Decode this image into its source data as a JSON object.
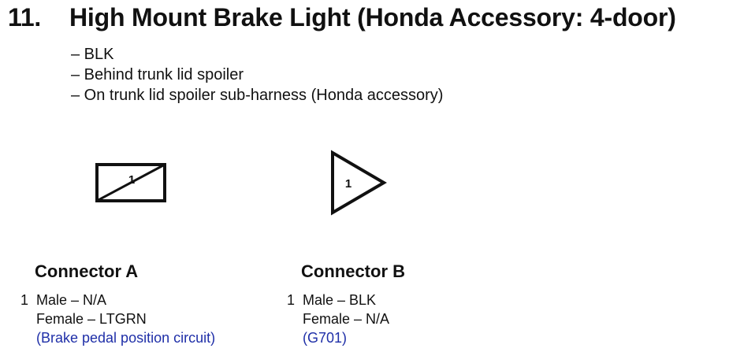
{
  "section": {
    "number": "11.",
    "title": "High Mount Brake Light (Honda Accessory: 4-door)"
  },
  "details": [
    "– BLK",
    "– Behind trunk lid spoiler",
    "– On trunk lid spoiler sub-harness (Honda accessory)"
  ],
  "connectors": [
    {
      "title": "Connector A",
      "shape": "rectangle-with-diagonal",
      "pin_label": "1",
      "pin": {
        "number": "1",
        "male": "Male – N/A",
        "female": "Female – LTGRN",
        "circuit": "(Brake pedal position circuit)"
      }
    },
    {
      "title": "Connector B",
      "shape": "triangle",
      "pin_label": "1",
      "pin": {
        "number": "1",
        "male": "Male – BLK",
        "female": "Female – N/A",
        "circuit": "(G701)"
      }
    }
  ],
  "colors": {
    "text": "#111111",
    "circuit_text": "#1f2fa8",
    "stroke": "#111111"
  }
}
